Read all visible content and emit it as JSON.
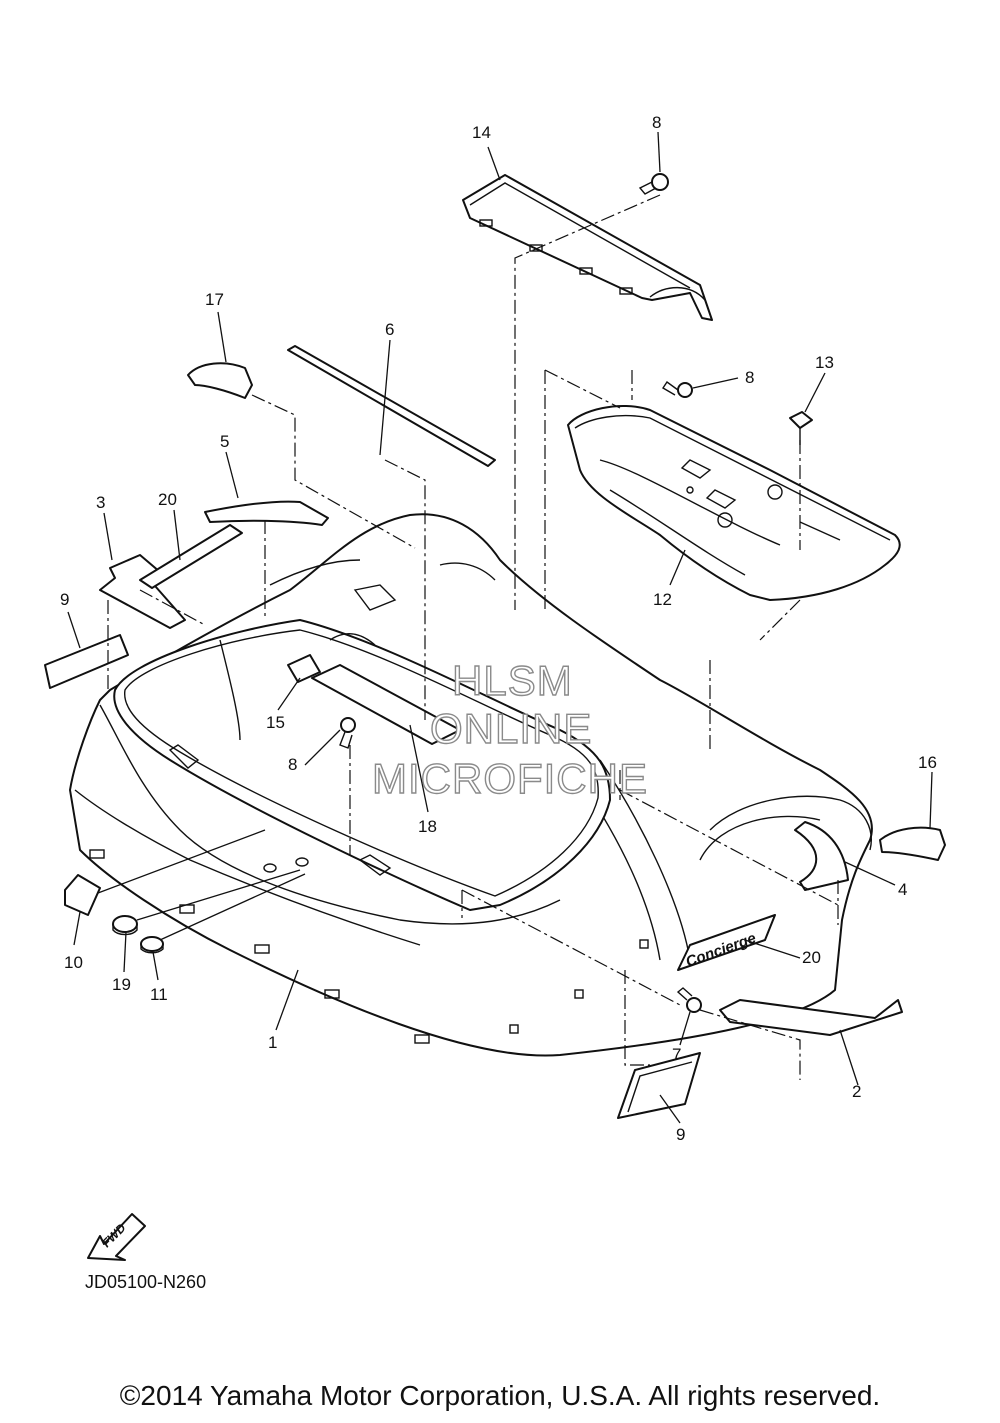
{
  "callouts": {
    "c1": "1",
    "c2": "2",
    "c3": "3",
    "c4": "4",
    "c5": "5",
    "c6": "6",
    "c7": "7",
    "c8a": "8",
    "c8b": "8",
    "c8c": "8",
    "c9a": "9",
    "c9b": "9",
    "c10": "10",
    "c11": "11",
    "c12": "12",
    "c13": "13",
    "c14": "14",
    "c15": "15",
    "c16": "16",
    "c17": "17",
    "c18": "18",
    "c19": "19",
    "c20a": "20",
    "c20b": "20"
  },
  "watermark": {
    "line1": "HLSM",
    "line2": "ONLINE",
    "line3": "MICROFICHE"
  },
  "emblems": {
    "concierge": "Concierge",
    "fwd": "FWD"
  },
  "diagram_code": "JD05100-N260",
  "copyright": "©2014 Yamaha Motor Corporation, U.S.A. All rights reserved."
}
